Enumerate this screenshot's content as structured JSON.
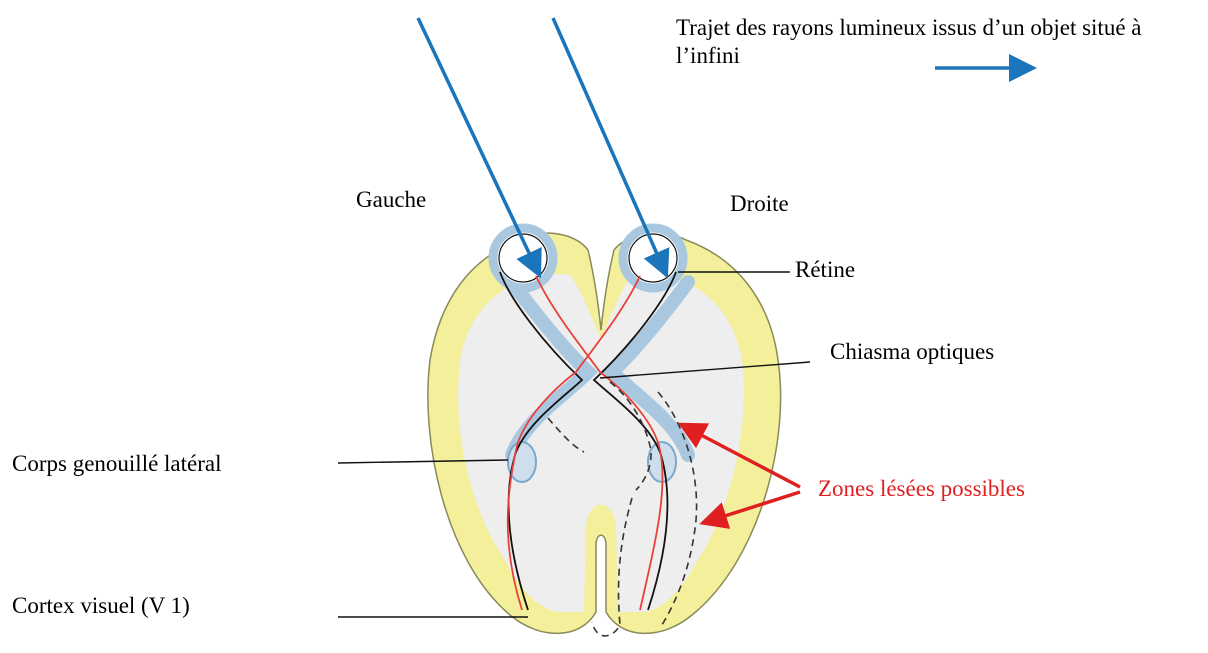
{
  "labels": {
    "legend": "Trajet des rayons lumineux issus d’un objet situé à l’infini",
    "left_side": "Gauche",
    "right_side": "Droite",
    "retina": "Rétine",
    "chiasm": "Chiasma optiques",
    "lgn": "Corps genouillé latéral",
    "lesions": "Zones lésées possibles",
    "cortex": "Cortex visuel (V 1)"
  },
  "colors": {
    "light_ray": "#1a75bb",
    "lesion_arrow": "#e02020",
    "cortex_fill": "#f3ef9a",
    "white_matter": "#eeeeee",
    "eye_ring": "#a9c8e0",
    "nasal_fiber": "#e8403a",
    "temporal_fiber": "#111111"
  }
}
